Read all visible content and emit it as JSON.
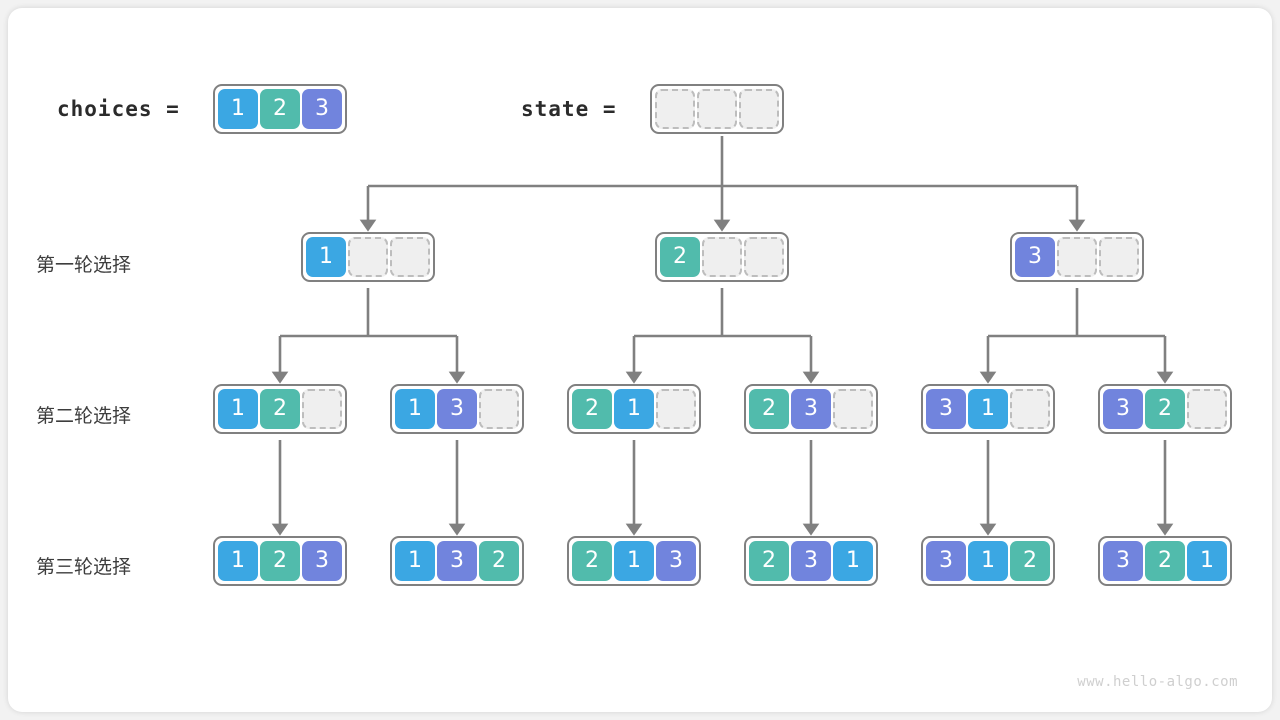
{
  "watermark": "www.hello-algo.com",
  "palette": {
    "value1": "#3ba7e3",
    "value2": "#51bbac",
    "value3": "#7184dd",
    "box_border": "#808080",
    "empty_fill": "#efefef",
    "empty_border": "#bdbdbd",
    "connector": "#808080",
    "card_bg": "#ffffff",
    "page_bg": "#f2f2f2"
  },
  "header": {
    "choices_label": "choices =",
    "choices_values": [
      "1",
      "2",
      "3"
    ],
    "state_label": "state =",
    "state_values": [
      "",
      "",
      ""
    ]
  },
  "rows": [
    {
      "label": "第一轮选择",
      "nodes": [
        {
          "cells": [
            "1",
            "",
            ""
          ]
        },
        {
          "cells": [
            "2",
            "",
            ""
          ]
        },
        {
          "cells": [
            "3",
            "",
            ""
          ]
        }
      ]
    },
    {
      "label": "第二轮选择",
      "nodes": [
        {
          "cells": [
            "1",
            "2",
            ""
          ]
        },
        {
          "cells": [
            "1",
            "3",
            ""
          ]
        },
        {
          "cells": [
            "2",
            "1",
            ""
          ]
        },
        {
          "cells": [
            "2",
            "3",
            ""
          ]
        },
        {
          "cells": [
            "3",
            "1",
            ""
          ]
        },
        {
          "cells": [
            "3",
            "2",
            ""
          ]
        }
      ]
    },
    {
      "label": "第三轮选择",
      "nodes": [
        {
          "cells": [
            "1",
            "2",
            "3"
          ]
        },
        {
          "cells": [
            "1",
            "3",
            "2"
          ]
        },
        {
          "cells": [
            "2",
            "1",
            "3"
          ]
        },
        {
          "cells": [
            "2",
            "3",
            "1"
          ]
        },
        {
          "cells": [
            "3",
            "1",
            "2"
          ]
        },
        {
          "cells": [
            "3",
            "2",
            "1"
          ]
        }
      ]
    }
  ]
}
